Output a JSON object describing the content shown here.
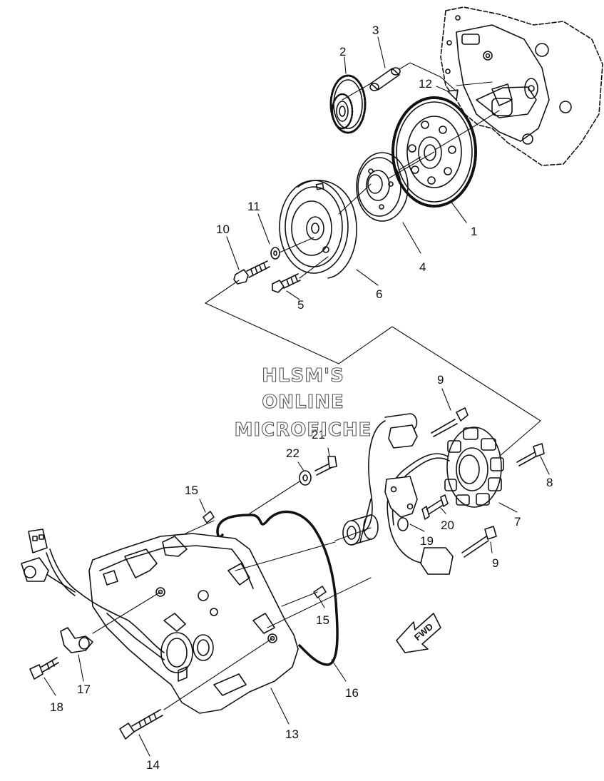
{
  "watermark": {
    "line1": "HLSM'S",
    "line2": "ONLINE",
    "line3": "MICROFICHE"
  },
  "direction_badge": "FWD",
  "callouts": [
    "1",
    "2",
    "3",
    "4",
    "5",
    "6",
    "7",
    "8",
    "9",
    "9",
    "10",
    "11",
    "12",
    "13",
    "14",
    "15",
    "15",
    "16",
    "17",
    "18",
    "19",
    "20",
    "21",
    "22"
  ]
}
